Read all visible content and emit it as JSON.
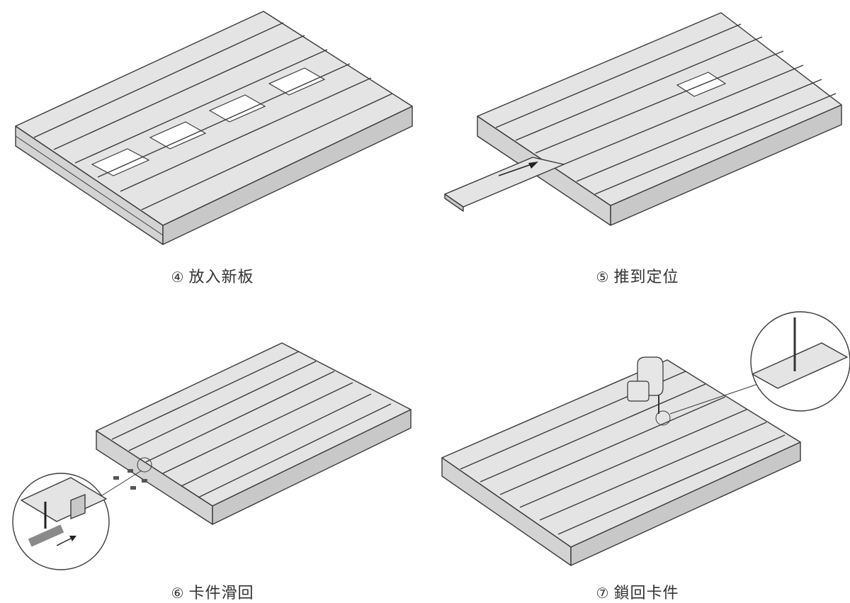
{
  "steps": [
    {
      "num": "④",
      "text": "放入新板"
    },
    {
      "num": "⑤",
      "text": "推到定位"
    },
    {
      "num": "⑥",
      "text": "卡件滑回"
    },
    {
      "num": "⑦",
      "text": "鎖回卡件"
    }
  ],
  "colors": {
    "board": "#e4e4e4",
    "board_side": "#d3d3d3",
    "outline": "#3a3a3a",
    "background": "#ffffff"
  }
}
